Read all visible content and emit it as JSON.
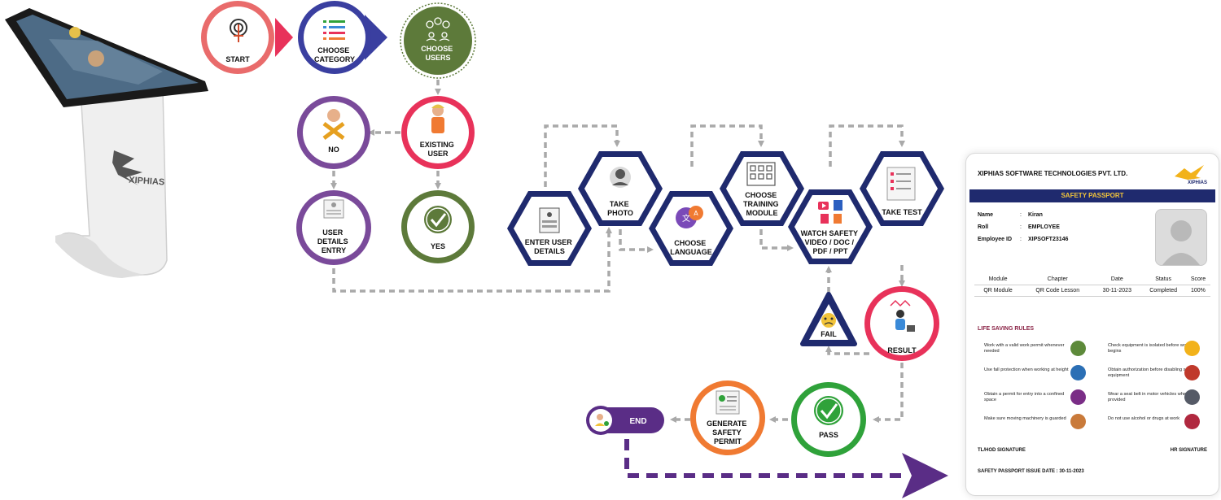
{
  "kiosk": {
    "brand": "XIPHIAS"
  },
  "steps": {
    "start": "START",
    "choose_category": [
      "CHOOSE",
      "CATEGORY"
    ],
    "choose_users": [
      "CHOOSE",
      "USERS"
    ],
    "existing_user": [
      "EXISTING",
      "USER"
    ],
    "no": "NO",
    "yes": "YES",
    "user_details_entry": [
      "USER",
      "DETAILS",
      "ENTRY"
    ],
    "enter_user_details": [
      "ENTER USER",
      "DETAILS"
    ],
    "take_photo": [
      "TAKE",
      "PHOTO"
    ],
    "choose_language": [
      "CHOOSE",
      "LANGUAGE"
    ],
    "choose_training_module": [
      "CHOOSE",
      "TRAINING",
      "MODULE"
    ],
    "watch_safety": [
      "WATCH SAFETY",
      "VIDEO / DOC /",
      "PDF / PPT"
    ],
    "take_test": "TAKE TEST",
    "fail": "FAIL",
    "result": "RESULT",
    "pass": "PASS",
    "generate_safety_permit": [
      "GENERATE",
      "SAFETY",
      "PERMIT"
    ],
    "end": "END"
  },
  "colors": {
    "start": "#e96b6b",
    "category": "#3a3fa0",
    "users": "#5d7a3a",
    "existing": "#e8325a",
    "no": "#7a4a9a",
    "navy": "#1f2a6e",
    "pass": "#2fa23a",
    "permit": "#f07a32",
    "end": "#5a2d86",
    "arrow": "#a9a9a9"
  },
  "passport": {
    "company": "XIPHIAS SOFTWARE TECHNOLOGIES PVT. LTD.",
    "logo_text": "XIPHIAS",
    "banner": "SAFETY PASSPORT",
    "info": [
      {
        "label": "Name",
        "value": "Kiran"
      },
      {
        "label": "Roll",
        "value": "EMPLOYEE"
      },
      {
        "label": "Employee ID",
        "value": "XIPSOFT23146"
      }
    ],
    "table": {
      "headers": [
        "Module",
        "Chapter",
        "Date",
        "Status",
        "Score"
      ],
      "row": [
        "QR Module",
        "QR Code Lesson",
        "30-11-2023",
        "Completed",
        "100%"
      ]
    },
    "rules_title": "LIFE SAVING RULES",
    "rules_left": [
      "Work with a valid work permit whenever needed",
      "Use fall protection when working at height",
      "Obtain a permit for entry into a confined space",
      "Make sure moving machinery is guarded"
    ],
    "rules_right": [
      "Check equipment is isolated before work begins",
      "Obtain authorization before disabling saftey equipment",
      "Wear a seat belt in motor vehicles when provided",
      "Do not use alcohol or drugs at work"
    ],
    "sig_left": "TL/HOD SIGNATURE",
    "sig_right": "HR SIGNATURE",
    "issue": "SAFETY PASSPORT ISSUE DATE : 30-11-2023"
  }
}
